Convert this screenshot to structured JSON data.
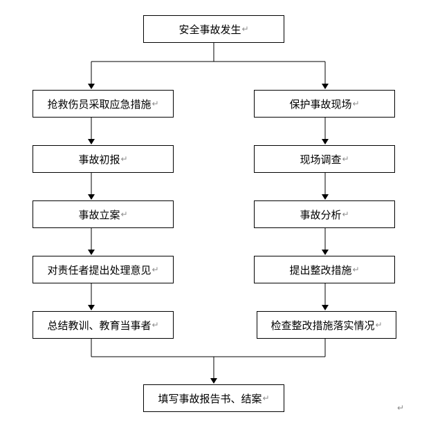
{
  "paragraph_mark": "↵",
  "flow": {
    "start": "安全事故发生",
    "left": [
      "抢救伤员采取应急措施",
      "事故初报",
      "事故立案",
      "对责任者提出处理意见",
      "总结教训、教育当事者"
    ],
    "right": [
      "保护事故现场",
      "现场调查",
      "事故分析",
      "提出整改措施",
      "检查整改措施落实情况"
    ],
    "end": "填写事故报告书、结案"
  }
}
